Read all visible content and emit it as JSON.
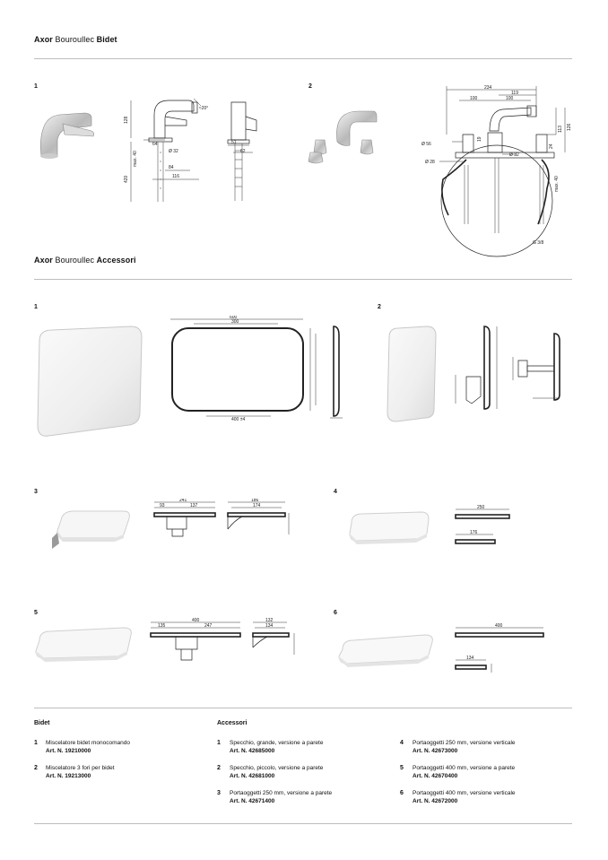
{
  "bidet_section": {
    "brand": "Axor",
    "series": "Bouroullec",
    "category": "Bidet",
    "item1_number": "1",
    "item2_number": "2",
    "dims_item1": {
      "d128": "128",
      "d20deg": "≈20°",
      "d64": "64",
      "d32": "Ø 32",
      "d420": "420",
      "dmax40": "max. 40",
      "d84": "84",
      "d116": "116",
      "d51": "51",
      "d62": "62"
    },
    "dims_item2": {
      "d234": "234",
      "d119": "119",
      "d100a": "100",
      "d100b": "100",
      "d56": "Ø 56",
      "d28": "Ø 28",
      "d32": "Ø 32",
      "d19": "19",
      "d113": "113",
      "d126": "126",
      "d24": "24",
      "dmax40": "max. 40",
      "d38": "G 3/8"
    }
  },
  "accessori_section": {
    "brand": "Axor",
    "series": "Bouroullec",
    "category": "Accessori",
    "items": [
      {
        "number": "1"
      },
      {
        "number": "2"
      },
      {
        "number": "3"
      },
      {
        "number": "4"
      },
      {
        "number": "5"
      },
      {
        "number": "6"
      }
    ],
    "dims": {
      "m1_w": "600",
      "m1_w2": "300",
      "m1_bot": "400 ±4",
      "s3_w": "241",
      "s3_a": "93",
      "s3_b": "137",
      "s3_c": "186",
      "s3_d": "174",
      "s4_w": "250",
      "s4_b": "176",
      "s5_w": "400",
      "s5_a": "135",
      "s5_b": "247",
      "s5_c": "132",
      "s5_d": "134",
      "s6_w": "400",
      "s6_b": "134"
    }
  },
  "footer": {
    "bidet_heading": "Bidet",
    "accessori_heading": "Accessori",
    "bidet_items": [
      {
        "number": "1",
        "name": "Miscelatore bidet monocomando",
        "art": "Art. N. 19210000"
      },
      {
        "number": "2",
        "name": "Miscelatore 3 fori per bidet",
        "art": "Art. N. 19213000"
      }
    ],
    "accessori_col1": [
      {
        "number": "1",
        "name": "Specchio, grande, versione a parete",
        "art": "Art. N. 42685000"
      },
      {
        "number": "2",
        "name": "Specchio, piccolo, versione a parete",
        "art": "Art. N. 42681000"
      },
      {
        "number": "3",
        "name": "Portaoggetti 250 mm, versione a parete",
        "art": "Art. N. 42671400"
      }
    ],
    "accessori_col2": [
      {
        "number": "4",
        "name": "Portaoggetti 250 mm, versione verticale",
        "art": "Art. N. 42673000"
      },
      {
        "number": "5",
        "name": "Portaoggetti 400 mm, versione a parete",
        "art": "Art. N. 42670400"
      },
      {
        "number": "6",
        "name": "Portaoggetti 400 mm, versione verticale",
        "art": "Art. N. 42672000"
      }
    ]
  }
}
